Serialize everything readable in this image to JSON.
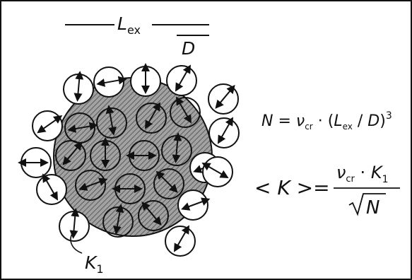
{
  "labels": {
    "exchange_length_symbol": "L",
    "exchange_length_subscript": "ex",
    "diameter_symbol": "D",
    "grain_anisotropy_symbol": "K",
    "grain_anisotropy_subscript": "1"
  },
  "formulas": {
    "grain_count": {
      "lhs": "N",
      "equals": "=",
      "nu": "ν",
      "nu_subscript": "cr",
      "dot": "·",
      "open_paren": "(",
      "L": "L",
      "L_subscript": "ex",
      "slash": "/",
      "D": "D",
      "close_paren": ")",
      "exponent": "3"
    },
    "averaged_anisotropy": {
      "lhs_open": "<",
      "lhs_K": "K",
      "lhs_close": ">",
      "equals": "=",
      "num_nu": "ν",
      "num_nu_subscript": "cr",
      "num_dot": "·",
      "num_K": "K",
      "num_K_subscript": "1",
      "den_N": "N"
    }
  },
  "colors": {
    "ink": "#111111",
    "hatch_region_fill": "#9a9a9a",
    "grain_fill": "#ffffff",
    "frame": "#111111"
  }
}
